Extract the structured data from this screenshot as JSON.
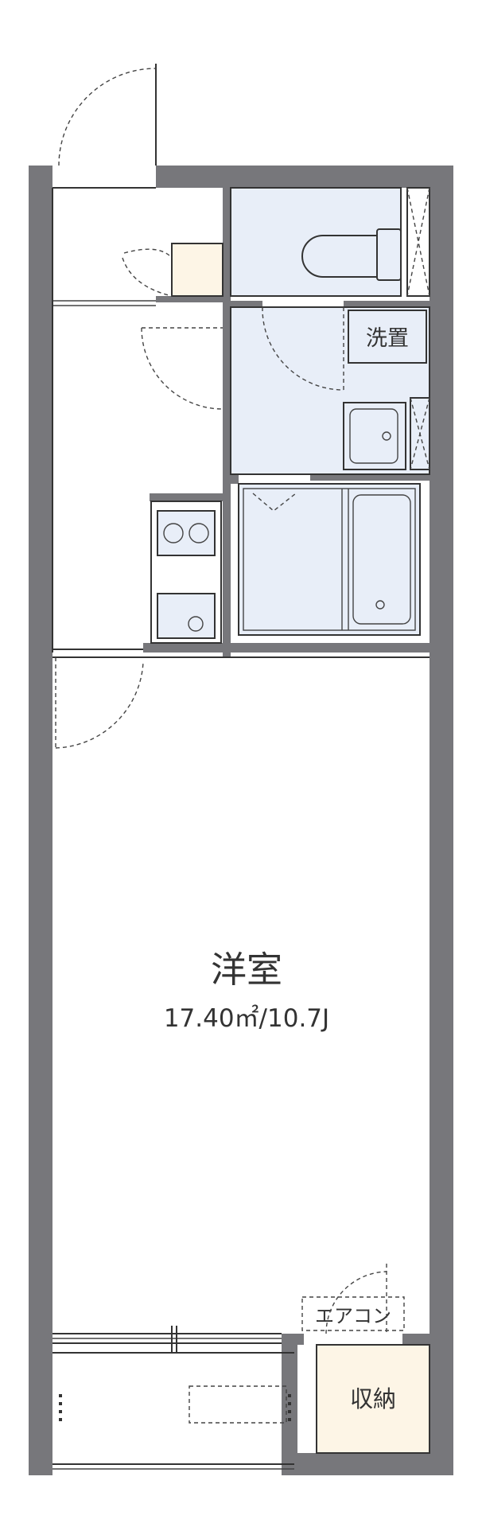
{
  "colors": {
    "wall": "#77777b",
    "wet_area": "#e8eef8",
    "storage": "#fdf5e6",
    "line": "#333333",
    "background": "#ffffff"
  },
  "rooms": {
    "western": {
      "name": "洋室",
      "area": "17.40㎡/10.7J"
    },
    "washroom": {
      "label": "洗置"
    },
    "aircon": {
      "label": "エアコン"
    },
    "closet": {
      "label": "収納"
    }
  },
  "fixtures": [
    "toilet-icon",
    "washbasin-icon",
    "bathtub-icon",
    "stove-icon",
    "kitchen-sink-icon",
    "shoe-box-icon"
  ]
}
